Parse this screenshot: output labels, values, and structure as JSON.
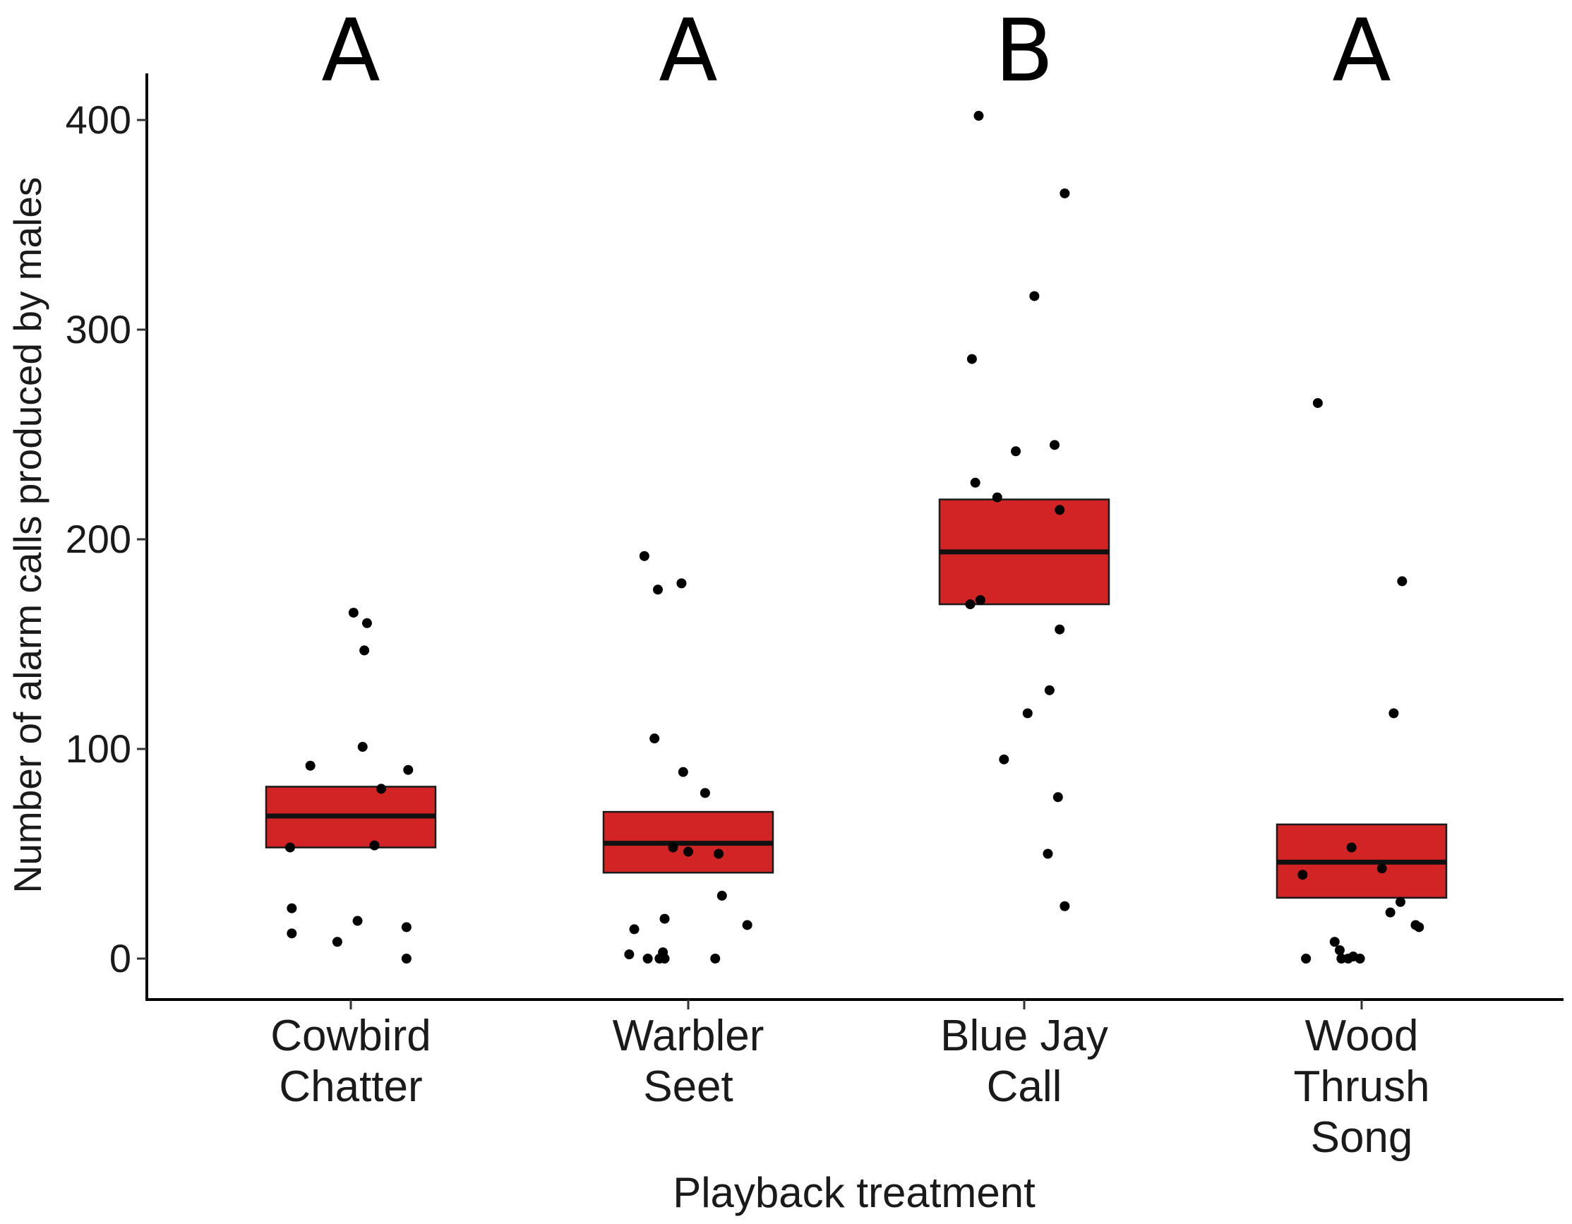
{
  "chart_data": {
    "type": "box",
    "title": "",
    "xlabel": "Playback treatment",
    "ylabel": "Number of alarm calls produced by males",
    "ylim": [
      -20,
      420
    ],
    "yticks": [
      0,
      100,
      200,
      300,
      400
    ],
    "grid": false,
    "legend": "none",
    "colors": {
      "box_fill": "#d22424",
      "box_stroke": "#1a1a1a",
      "median": "#111111",
      "point": "#000000",
      "axis": "#000000"
    },
    "categories": [
      {
        "id": "cowbird",
        "label_lines": [
          "Cowbird",
          "Chatter"
        ],
        "significance": "A"
      },
      {
        "id": "warbler",
        "label_lines": [
          "Warbler",
          "Seet"
        ],
        "significance": "A"
      },
      {
        "id": "bluejay",
        "label_lines": [
          "Blue Jay",
          "Call"
        ],
        "significance": "B"
      },
      {
        "id": "woodthrush",
        "label_lines": [
          "Wood",
          "Thrush",
          "Song"
        ],
        "significance": "A"
      }
    ],
    "boxes": [
      {
        "category": "cowbird",
        "q1": 53,
        "median": 68,
        "q3": 82
      },
      {
        "category": "warbler",
        "q1": 41,
        "median": 55,
        "q3": 70
      },
      {
        "category": "bluejay",
        "q1": 169,
        "median": 194,
        "q3": 219
      },
      {
        "category": "woodthrush",
        "q1": 29,
        "median": 46,
        "q3": 64
      }
    ],
    "points": [
      {
        "category": "cowbird",
        "jitter": 0.008,
        "y": 165
      },
      {
        "category": "cowbird",
        "jitter": 0.048,
        "y": 160
      },
      {
        "category": "cowbird",
        "jitter": 0.04,
        "y": 147
      },
      {
        "category": "cowbird",
        "jitter": 0.035,
        "y": 101
      },
      {
        "category": "cowbird",
        "jitter": -0.12,
        "y": 92
      },
      {
        "category": "cowbird",
        "jitter": 0.17,
        "y": 90
      },
      {
        "category": "cowbird",
        "jitter": 0.09,
        "y": 81
      },
      {
        "category": "cowbird",
        "jitter": 0.07,
        "y": 54
      },
      {
        "category": "cowbird",
        "jitter": -0.18,
        "y": 53
      },
      {
        "category": "cowbird",
        "jitter": -0.175,
        "y": 24
      },
      {
        "category": "cowbird",
        "jitter": 0.02,
        "y": 18
      },
      {
        "category": "cowbird",
        "jitter": 0.165,
        "y": 15
      },
      {
        "category": "cowbird",
        "jitter": -0.175,
        "y": 12
      },
      {
        "category": "cowbird",
        "jitter": -0.04,
        "y": 8
      },
      {
        "category": "cowbird",
        "jitter": 0.165,
        "y": 0
      },
      {
        "category": "warbler",
        "jitter": -0.13,
        "y": 192
      },
      {
        "category": "warbler",
        "jitter": -0.02,
        "y": 179
      },
      {
        "category": "warbler",
        "jitter": -0.09,
        "y": 176
      },
      {
        "category": "warbler",
        "jitter": -0.1,
        "y": 105
      },
      {
        "category": "warbler",
        "jitter": -0.015,
        "y": 89
      },
      {
        "category": "warbler",
        "jitter": 0.05,
        "y": 79
      },
      {
        "category": "warbler",
        "jitter": -0.045,
        "y": 53
      },
      {
        "category": "warbler",
        "jitter": 0.0,
        "y": 51
      },
      {
        "category": "warbler",
        "jitter": 0.09,
        "y": 50
      },
      {
        "category": "warbler",
        "jitter": 0.1,
        "y": 30
      },
      {
        "category": "warbler",
        "jitter": -0.07,
        "y": 19
      },
      {
        "category": "warbler",
        "jitter": 0.175,
        "y": 16
      },
      {
        "category": "warbler",
        "jitter": -0.16,
        "y": 14
      },
      {
        "category": "warbler",
        "jitter": -0.075,
        "y": 3
      },
      {
        "category": "warbler",
        "jitter": -0.175,
        "y": 2
      },
      {
        "category": "warbler",
        "jitter": -0.12,
        "y": 0
      },
      {
        "category": "warbler",
        "jitter": -0.085,
        "y": 0
      },
      {
        "category": "warbler",
        "jitter": -0.07,
        "y": 0
      },
      {
        "category": "warbler",
        "jitter": 0.08,
        "y": 0
      },
      {
        "category": "bluejay",
        "jitter": -0.135,
        "y": 402
      },
      {
        "category": "bluejay",
        "jitter": 0.12,
        "y": 365
      },
      {
        "category": "bluejay",
        "jitter": 0.03,
        "y": 316
      },
      {
        "category": "bluejay",
        "jitter": -0.155,
        "y": 286
      },
      {
        "category": "bluejay",
        "jitter": 0.09,
        "y": 245
      },
      {
        "category": "bluejay",
        "jitter": -0.025,
        "y": 242
      },
      {
        "category": "bluejay",
        "jitter": -0.145,
        "y": 227
      },
      {
        "category": "bluejay",
        "jitter": -0.08,
        "y": 220
      },
      {
        "category": "bluejay",
        "jitter": 0.105,
        "y": 214
      },
      {
        "category": "bluejay",
        "jitter": -0.13,
        "y": 171
      },
      {
        "category": "bluejay",
        "jitter": -0.16,
        "y": 169
      },
      {
        "category": "bluejay",
        "jitter": 0.105,
        "y": 157
      },
      {
        "category": "bluejay",
        "jitter": 0.075,
        "y": 128
      },
      {
        "category": "bluejay",
        "jitter": 0.01,
        "y": 117
      },
      {
        "category": "bluejay",
        "jitter": -0.06,
        "y": 95
      },
      {
        "category": "bluejay",
        "jitter": 0.1,
        "y": 77
      },
      {
        "category": "bluejay",
        "jitter": 0.07,
        "y": 50
      },
      {
        "category": "bluejay",
        "jitter": 0.12,
        "y": 25
      },
      {
        "category": "woodthrush",
        "jitter": -0.13,
        "y": 265
      },
      {
        "category": "woodthrush",
        "jitter": 0.12,
        "y": 180
      },
      {
        "category": "woodthrush",
        "jitter": 0.095,
        "y": 117
      },
      {
        "category": "woodthrush",
        "jitter": -0.03,
        "y": 53
      },
      {
        "category": "woodthrush",
        "jitter": 0.06,
        "y": 43
      },
      {
        "category": "woodthrush",
        "jitter": -0.175,
        "y": 40
      },
      {
        "category": "woodthrush",
        "jitter": 0.115,
        "y": 27
      },
      {
        "category": "woodthrush",
        "jitter": 0.085,
        "y": 22
      },
      {
        "category": "woodthrush",
        "jitter": 0.16,
        "y": 16
      },
      {
        "category": "woodthrush",
        "jitter": 0.17,
        "y": 15
      },
      {
        "category": "woodthrush",
        "jitter": -0.08,
        "y": 8
      },
      {
        "category": "woodthrush",
        "jitter": -0.065,
        "y": 4
      },
      {
        "category": "woodthrush",
        "jitter": -0.165,
        "y": 0
      },
      {
        "category": "woodthrush",
        "jitter": -0.06,
        "y": 0
      },
      {
        "category": "woodthrush",
        "jitter": -0.04,
        "y": 0
      },
      {
        "category": "woodthrush",
        "jitter": -0.025,
        "y": 1
      },
      {
        "category": "woodthrush",
        "jitter": -0.005,
        "y": 0
      }
    ]
  }
}
